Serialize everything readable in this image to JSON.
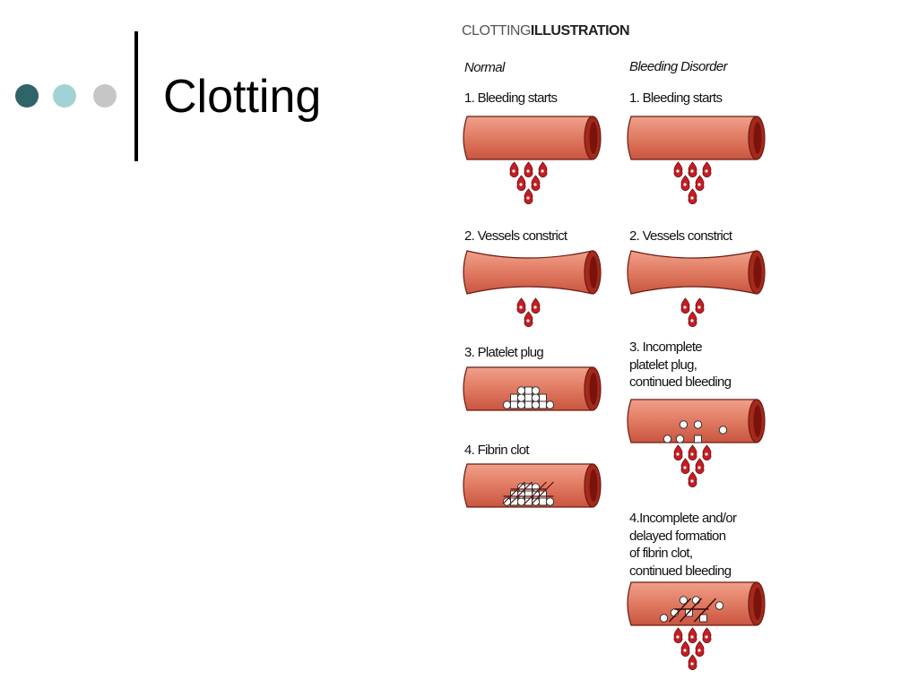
{
  "slide": {
    "title": "Clotting"
  },
  "figure": {
    "title_light": "CLOTTING",
    "title_bold": "ILLUSTRATION",
    "columns": [
      {
        "heading": "Normal",
        "steps": [
          {
            "label": "1. Bleeding starts",
            "vessel": "normal",
            "contents": "none",
            "drops": 6
          },
          {
            "label": "2. Vessels constrict",
            "vessel": "constricted",
            "contents": "none",
            "drops": 3
          },
          {
            "label": "3. Platelet plug",
            "vessel": "normal",
            "contents": "platelet-plug",
            "drops": 0
          },
          {
            "label": "4. Fibrin clot",
            "vessel": "normal",
            "contents": "fibrin-clot",
            "drops": 0
          }
        ]
      },
      {
        "heading": "Bleeding Disorder",
        "steps": [
          {
            "label": "1. Bleeding starts",
            "vessel": "normal",
            "contents": "none",
            "drops": 6
          },
          {
            "label": "2. Vessels constrict",
            "vessel": "constricted",
            "contents": "none",
            "drops": 3
          },
          {
            "label": "3. Incomplete\nplatelet plug,\ncontinued bleeding",
            "vessel": "normal",
            "contents": "scattered-platelets",
            "drops": 6
          },
          {
            "label": "4.Incomplete and/or\ndelayed formation\nof fibrin clot,\ncontinued bleeding",
            "vessel": "normal",
            "contents": "incomplete-clot",
            "drops": 6
          }
        ]
      }
    ]
  },
  "colors": {
    "accent_dark": "#2f6468",
    "accent_light": "#a3d2d2",
    "accent_gray": "#c6c6c6",
    "vessel_fill": "#e07a62",
    "vessel_dark": "#a52a1c",
    "blood": "#c41e24"
  }
}
